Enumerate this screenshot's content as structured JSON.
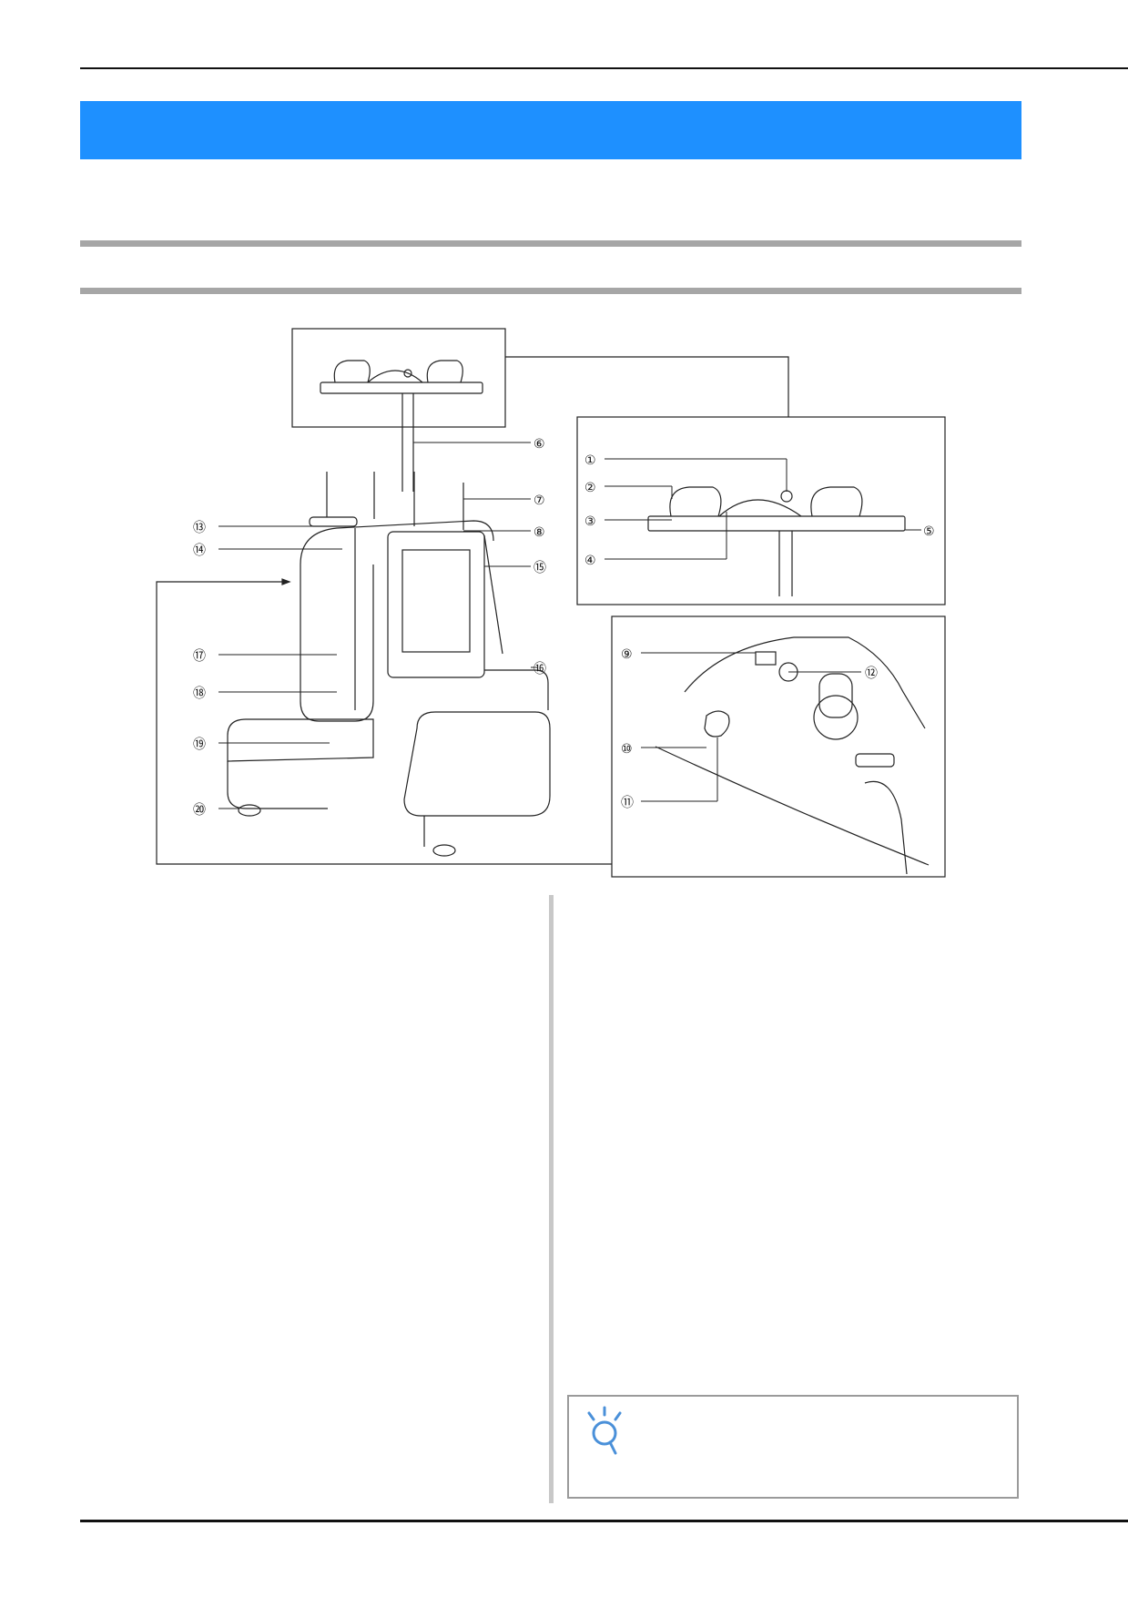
{
  "figure": {
    "callouts": [
      {
        "id": "c1",
        "label": "①"
      },
      {
        "id": "c2",
        "label": "②"
      },
      {
        "id": "c3",
        "label": "③"
      },
      {
        "id": "c4",
        "label": "④"
      },
      {
        "id": "c5",
        "label": "⑤"
      },
      {
        "id": "c6",
        "label": "⑥"
      },
      {
        "id": "c7",
        "label": "⑦"
      },
      {
        "id": "c8",
        "label": "⑧"
      },
      {
        "id": "c9",
        "label": "⑨"
      },
      {
        "id": "c10",
        "label": "⑩"
      },
      {
        "id": "c11",
        "label": "⑪"
      },
      {
        "id": "c12",
        "label": "⑫"
      },
      {
        "id": "c13",
        "label": "⑬"
      },
      {
        "id": "c14",
        "label": "⑭"
      },
      {
        "id": "c15",
        "label": "⑮"
      },
      {
        "id": "c16",
        "label": "⑯"
      },
      {
        "id": "c17",
        "label": "⑰"
      },
      {
        "id": "c18",
        "label": "⑱"
      },
      {
        "id": "c19",
        "label": "⑲"
      },
      {
        "id": "c20",
        "label": "⑳"
      }
    ]
  },
  "colors": {
    "banner": "#1e90ff",
    "section_bar": "#a6a6a6",
    "note_icon": "#4a90d9"
  },
  "icons": {
    "note": "lightbulb-note-icon"
  }
}
